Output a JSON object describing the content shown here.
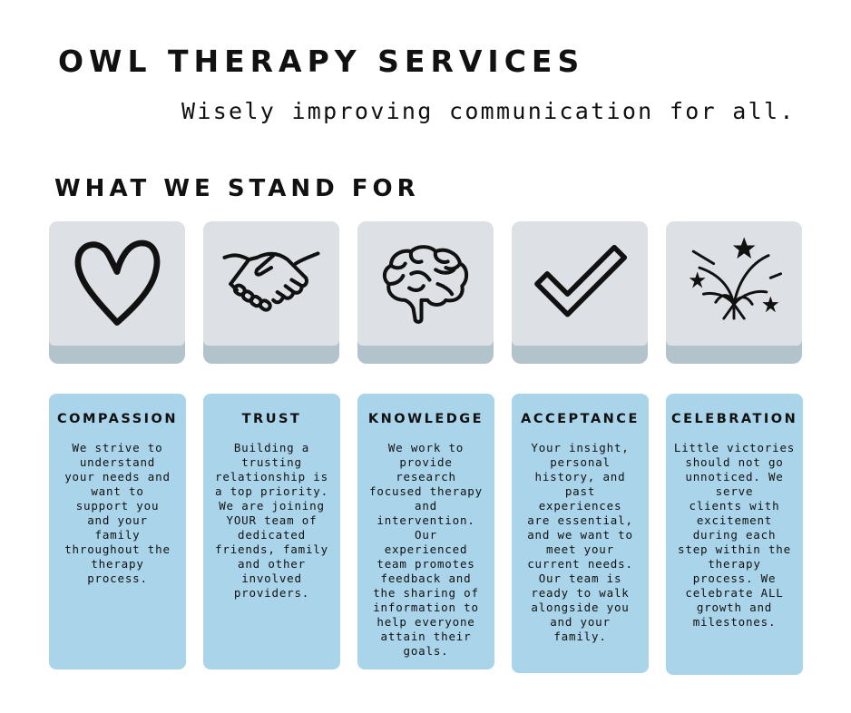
{
  "header": {
    "title": "OWL THERAPY SERVICES",
    "tagline": "Wisely improving communication for all."
  },
  "section": {
    "heading": "WHAT WE STAND FOR"
  },
  "values": [
    {
      "icon": "heart-icon",
      "title": "COMPASSION",
      "body": "We strive to\nunderstand\nyour needs and\nwant to\nsupport you\nand your\nfamily\nthroughout the\ntherapy\nprocess."
    },
    {
      "icon": "handshake-icon",
      "title": "TRUST",
      "body": "Building a\ntrusting\nrelationship is\na top priority.\nWe are joining\nYOUR team of\ndedicated\nfriends, family\nand other\ninvolved\nproviders."
    },
    {
      "icon": "brain-icon",
      "title": "KNOWLEDGE",
      "body": "We work to\nprovide\nresearch\nfocused therapy\nand\nintervention.\nOur\nexperienced\nteam promotes\nfeedback and\nthe sharing of\ninformation to\nhelp everyone\nattain their\ngoals."
    },
    {
      "icon": "checkmark-icon",
      "title": "ACCEPTANCE",
      "body": "Your insight,\npersonal\nhistory, and\npast\nexperiences\nare essential,\nand we want to\nmeet your\ncurrent needs.\nOur team is\nready to walk\nalongside you\nand your\nfamily."
    },
    {
      "icon": "fireworks-icon",
      "title": "CELEBRATION",
      "body": "Little victories\nshould not go\nunnoticed. We\nserve\nclients with\nexcitement\nduring each\nstep within the\ntherapy\nprocess. We\ncelebrate ALL\ngrowth and\nmilestones."
    }
  ],
  "colors": {
    "tile_face": "#dde1e5",
    "tile_shadow": "#b3c3cb",
    "card": "#a9d4ea",
    "text": "#111111"
  }
}
